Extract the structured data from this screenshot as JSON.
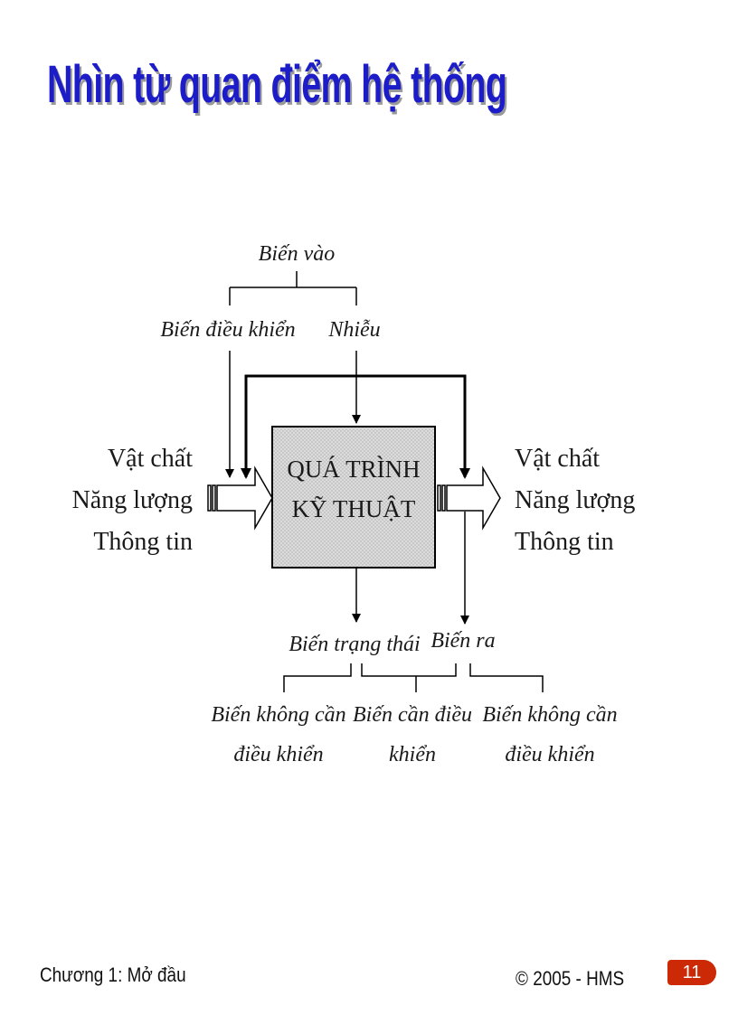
{
  "title": "Nhìn từ quan điểm hệ thống",
  "diagram": {
    "input_group": "Biến vào",
    "control_var": "Biến điều khiển",
    "noise": "Nhiễu",
    "inputs": [
      "Vật chất",
      "Năng lượng",
      "Thông tin"
    ],
    "process": [
      "QUÁ TRÌNH",
      "KỸ THUẬT"
    ],
    "outputs": [
      "Vật chất",
      "Năng lượng",
      "Thông tin"
    ],
    "state_var": "Biến trạng thái",
    "output_var": "Biến ra",
    "leaf_1": [
      "Biến không cần",
      "điều khiển"
    ],
    "leaf_2": [
      "Biến cần điều",
      "khiển"
    ],
    "leaf_3": [
      "Biến không cần",
      "điều khiển"
    ]
  },
  "footer": {
    "chapter": "Chương 1: Mở đầu",
    "copyright": "© 2005 - HMS",
    "page": "11"
  },
  "colors": {
    "title": "#1c1cc8",
    "page_badge": "#cc2a06",
    "process_box": "#d9d9d9"
  }
}
